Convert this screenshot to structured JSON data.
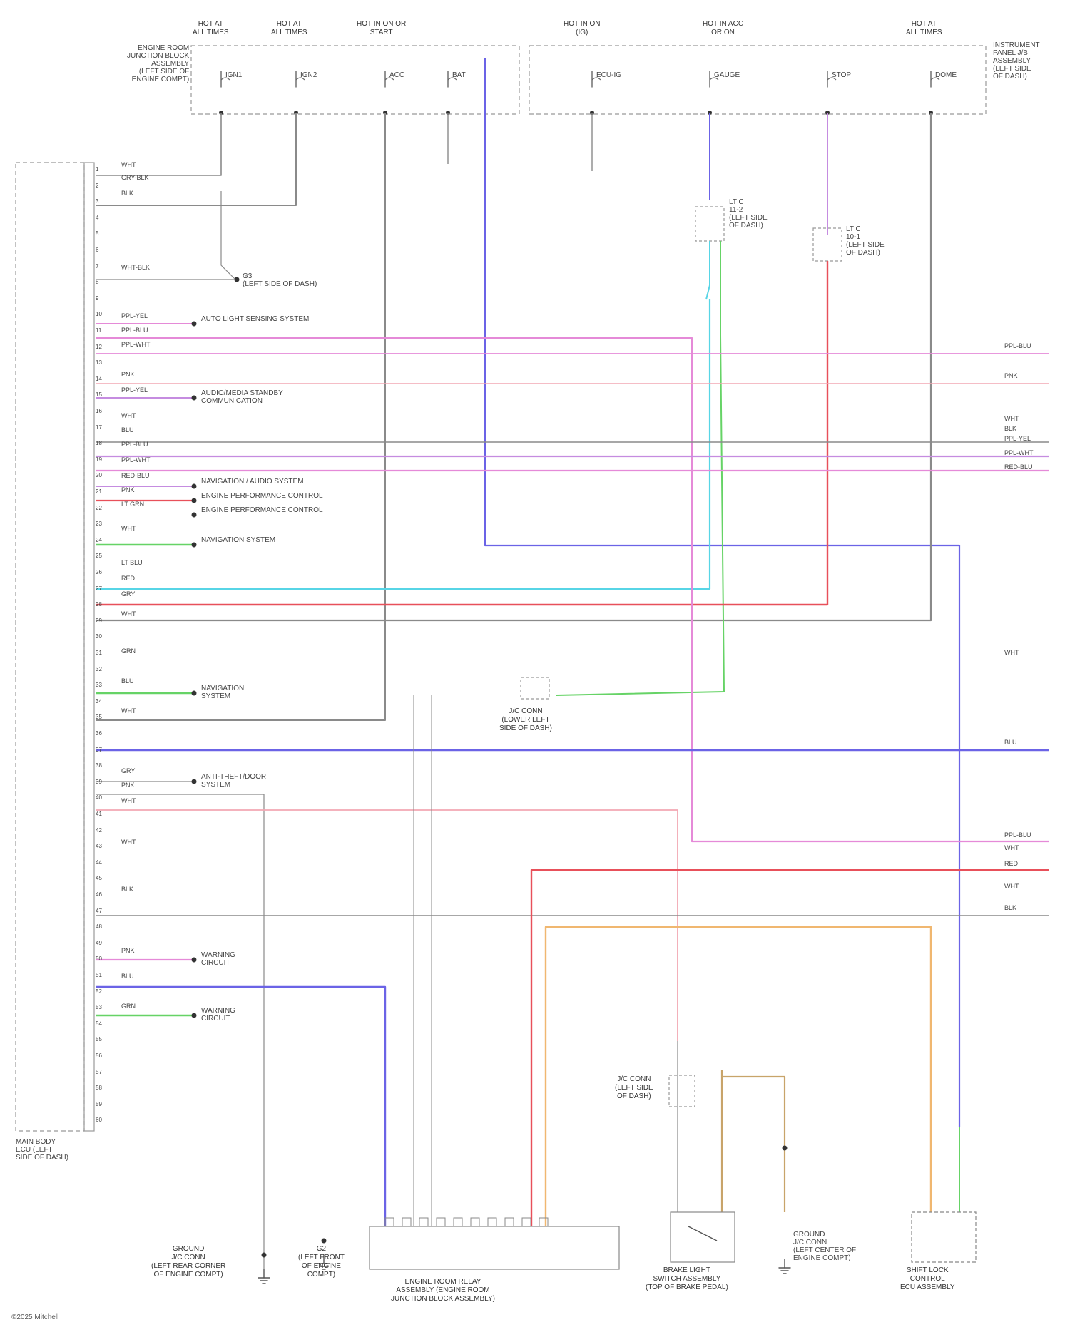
{
  "diagram": {
    "colors": {
      "gray": "#8a8a8a",
      "pink": "#e58ad8",
      "lightpink": "#f2a7b3",
      "blue": "#6b63e6",
      "red": "#e8505a",
      "cyan": "#57d5e6",
      "green": "#66d366",
      "violet": "#c58ce0",
      "orange": "#f0b770",
      "tan": "#c8a46a"
    },
    "fuse_labels": [
      {
        "id": "f1",
        "text": "IGN1"
      },
      {
        "id": "f2",
        "text": "IGN2"
      },
      {
        "id": "f3",
        "text": "ACC"
      },
      {
        "id": "f4",
        "text": "BAT"
      },
      {
        "id": "f5",
        "text": "ECU-IG"
      },
      {
        "id": "f6",
        "text": "GAUGE"
      },
      {
        "id": "f7",
        "text": "STOP"
      },
      {
        "id": "f8",
        "text": "DOME"
      }
    ],
    "top_captions": [
      {
        "id": "t1",
        "text": "HOT AT\nALL TIMES"
      },
      {
        "id": "t2",
        "text": "HOT AT\nALL TIMES"
      },
      {
        "id": "t3",
        "text": "HOT IN ON OR\nSTART"
      },
      {
        "id": "t4",
        "text": "HOT IN ON\n(IG)"
      },
      {
        "id": "t5",
        "text": "HOT IN ACC\nOR ON"
      },
      {
        "id": "t6",
        "text": "HOT AT\nALL TIMES"
      }
    ],
    "left_module_caption": "ENGINE ROOM\nJUNCTION BLOCK\nASSEMBLY\n(LEFT SIDE OF\nENGINE COMPT)",
    "right_module_caption": "INSTRUMENT\nPANEL J/B\nASSEMBLY\n(LEFT SIDE\nOF DASH)",
    "main_unit_caption": "MAIN BODY\nECU (LEFT\nSIDE OF DASH)",
    "wire_codes": [
      "WHT",
      "GRY-BLK",
      "BLK",
      "WHT-BLK",
      "PPL-YEL",
      "PPL-BLU",
      "PPL-WHT",
      "PNK",
      "PPL-YEL",
      "WHT",
      "BLU",
      "PPL-BLU",
      "PPL-WHT",
      "RED-BLU",
      "PNK",
      "LT GRN",
      "WHT",
      "LT BLU",
      "RED",
      "GRY",
      "WHT",
      "GRN",
      "BLU",
      "WHT",
      "GRY",
      "PNK",
      "WHT",
      "WHT",
      "BLK",
      "PNK",
      "BLU",
      "GRN"
    ],
    "pin_numbers": [
      "1",
      "2",
      "3",
      "4",
      "5",
      "6",
      "7",
      "8",
      "9",
      "10",
      "11",
      "12",
      "13",
      "14",
      "15",
      "16",
      "17",
      "18",
      "19",
      "20",
      "21",
      "22",
      "23",
      "24",
      "25",
      "26",
      "27",
      "28",
      "29",
      "30",
      "31",
      "32",
      "33",
      "34",
      "35",
      "36",
      "37",
      "38",
      "39",
      "40",
      "41",
      "42",
      "43",
      "44",
      "45",
      "46",
      "47",
      "48",
      "49",
      "50",
      "51",
      "52",
      "53",
      "54",
      "55",
      "56",
      "57",
      "58",
      "59",
      "60"
    ],
    "system_refs": [
      {
        "id": "s1",
        "text": "G3\n(LEFT SIDE OF DASH)"
      },
      {
        "id": "s2",
        "text": "AUTO LIGHT SENSING SYSTEM"
      },
      {
        "id": "s3",
        "text": "AUDIO/MEDIA STANDBY\nCOMMUNICATION"
      },
      {
        "id": "s4",
        "text": "NAVIGATION / AUDIO SYSTEM"
      },
      {
        "id": "s5",
        "text": "ENGINE PERFORMANCE CONTROL"
      },
      {
        "id": "s6",
        "text": "ENGINE PERFORMANCE CONTROL"
      },
      {
        "id": "s7",
        "text": "NAVIGATION SYSTEM"
      },
      {
        "id": "s8",
        "text": "NAVIGATION\nSYSTEM"
      },
      {
        "id": "s9",
        "text": "ANTI-THEFT/DOOR\nSYSTEM"
      },
      {
        "id": "s10",
        "text": "WARNING\nCIRCUIT"
      },
      {
        "id": "s11",
        "text": "WARNING\nCIRCUIT"
      }
    ],
    "right_refs": [
      "PPL-BLU",
      "PNK",
      "WHT",
      "BLK",
      "PPL-YEL",
      "PPL-WHT",
      "RED-BLU",
      "WHT",
      "BLU",
      "PPL-BLU",
      "WHT",
      "RED",
      "WHT",
      "BLK"
    ],
    "ground_labels": [
      {
        "id": "g1",
        "text": "GROUND\nJ/C CONN\n(LEFT REAR CORNER\nOF ENGINE COMPT)"
      },
      {
        "id": "g2",
        "text": "G2\n(LEFT FRONT\nOF ENGINE\nCOMPT)"
      },
      {
        "id": "g3",
        "text": "J/C CONN\n(LEFT SIDE\nOF DASH)"
      },
      {
        "id": "g4",
        "text": "J/C CONN\n(LEFT SIDE\nOF DASH)"
      },
      {
        "id": "g5",
        "text": "GROUND\nJ/C CONN\n(LEFT CENTER OF\nENGINE COMPT)"
      },
      {
        "id": "g6",
        "text": "J/C CONN\n(LOWER LEFT\nSIDE OF DASH)"
      },
      {
        "id": "g7",
        "text": "J/C CONN\n(LEFT SIDE\nOF DASH)"
      },
      {
        "id": "g8",
        "text": "J/C CONN\n(LEFT SIDE\nOF DASH)"
      }
    ],
    "bottom_components": [
      {
        "id": "b1",
        "text": "ENGINE ROOM RELAY\nASSEMBLY (ENGINE ROOM\nJUNCTION BLOCK ASSEMBLY)"
      },
      {
        "id": "b2",
        "text": "BRAKE LIGHT\nSWITCH ASSEMBLY\n(TOP OF BRAKE PEDAL)"
      },
      {
        "id": "b3",
        "text": "SHIFT LOCK\nCONTROL\nECU ASSEMBLY"
      }
    ],
    "footer": "©2025 Mitchell"
  }
}
